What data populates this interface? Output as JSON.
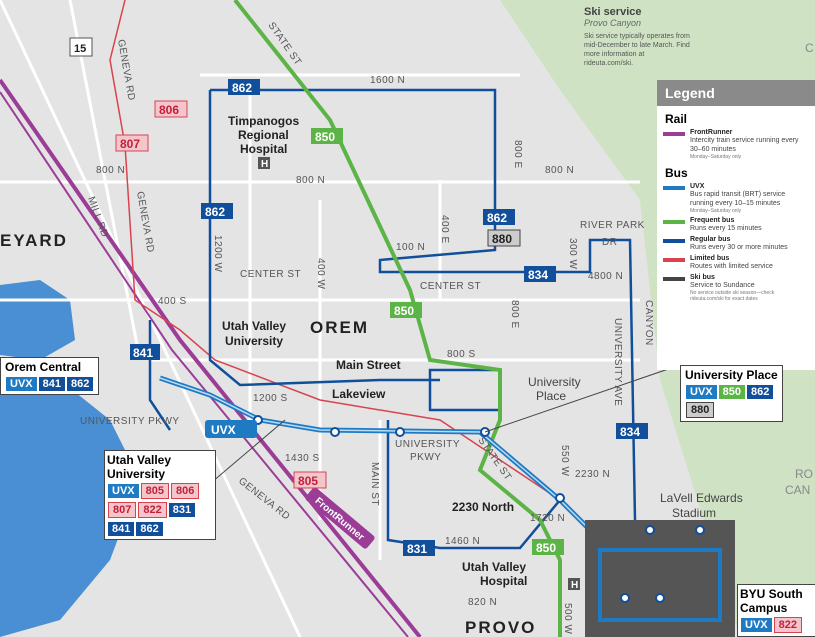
{
  "city_labels": {
    "orem": "OREM",
    "provo": "PROVO",
    "vineyard": "EYARD",
    "row_label": "RO",
    "can_label": "CAN",
    "c_label": "C"
  },
  "streets": {
    "geneva_rd_top": "GENEVA RD",
    "state_st_top": "STATE ST",
    "n1600": "1600 N",
    "n800_w": "800 N",
    "n800_mid": "800 N",
    "n800_e": "800 N",
    "e800": "800 E",
    "w1200": "1200 W",
    "n100": "100 N",
    "e400": "400 E",
    "w400": "400 W",
    "center_w": "CENTER ST",
    "center_e": "CENTER ST",
    "river_park": "RIVER PARK",
    "dr": "DR",
    "e300": "300 W",
    "n4800": "4800 N",
    "e800b": "800 E",
    "s400": "400 S",
    "s800": "800 S",
    "s1200": "1200 S",
    "mill_rd": "MILL RD",
    "geneva_mid": "GENEVA RD",
    "canyon": "CANYON",
    "university_ave": "UNIVERSITY AVE",
    "univ_pkwy_w": "UNIVERSITY PKWY",
    "univ_pkwy_mid1": "UNIVERSITY",
    "univ_pkwy_mid2": "PKWY",
    "s1430": "1430 S",
    "state_st_lower": "STATE ST",
    "main_st": "MAIN ST",
    "e550": "550 W",
    "n2230": "2230 N",
    "n1720": "1720 N",
    "n1460": "1460 N",
    "n820": "820 N",
    "w500": "500 W",
    "geneva_low": "GENEVA RD",
    "frontrunner_track": "FrontRunner"
  },
  "highway_shield": "15",
  "route_badges": {
    "r806": "806",
    "r807": "807",
    "r862a": "862",
    "r850a": "850",
    "r862b": "862",
    "r862c": "862",
    "r880": "880",
    "r834a": "834",
    "r850b": "850",
    "r841": "841",
    "r834b": "834",
    "r805": "805",
    "r831": "831",
    "r850c": "850",
    "uvx": "UVX"
  },
  "places": {
    "timp1": "Timpanogos",
    "timp2": "Regional",
    "timp3": "Hospital",
    "uvu1": "Utah Valley",
    "uvu2": "University",
    "main_street": "Main Street",
    "lakeview": "Lakeview",
    "univ_place1": "University",
    "univ_place2": "Place",
    "n2230_station": "2230 North",
    "lavell1": "LaVell Edwards",
    "lavell2": "Stadium",
    "uvh1": "Utah Valley",
    "uvh2": "Hospital",
    "h": "H"
  },
  "ski_service": {
    "title": "Ski service",
    "subtitle": "Provo Canyon",
    "body": "Ski service typically operates from mid-December to late March. Find more information at rideuta.com/ski."
  },
  "legend": {
    "title": "Legend",
    "rail": "Rail",
    "frontrunner_name": "FrontRunner",
    "frontrunner_desc": "Intercity train service running every 30–60 minutes",
    "frontrunner_note": "Monday–Saturday only",
    "bus": "Bus",
    "uvx_name": "UVX",
    "uvx_desc": "Bus rapid transit (BRT) service running every 10–15 minutes",
    "uvx_note": "Monday–Saturday only",
    "freq_name": "Frequent bus",
    "freq_desc": "Runs every 15 minutes",
    "reg_name": "Regular bus",
    "reg_desc": "Runs every 30 or more minutes",
    "lim_name": "Limited bus",
    "lim_desc": "Routes with limited service",
    "ski_name": "Ski bus",
    "ski_desc": "Service to Sundance",
    "ski_note": "No service outside ski season—check rideuta.com/ski for exact dates"
  },
  "stations": {
    "orem_central": {
      "name": "Orem Central",
      "routes": [
        "UVX",
        "841",
        "862"
      ]
    },
    "uvu_station": {
      "name1": "Utah Valley",
      "name2": "University",
      "routes": [
        "UVX",
        "805",
        "806",
        "807",
        "822",
        "831",
        "841",
        "862"
      ]
    },
    "university_place": {
      "name": "University Place",
      "routes": [
        "UVX",
        "850",
        "862",
        "880"
      ]
    },
    "byu_south": {
      "name1": "BYU South",
      "name2": "Campus",
      "routes": [
        "UVX",
        "822"
      ]
    }
  },
  "colors": {
    "frontrunner": "#9b3d97",
    "uvx": "#1f7ac4",
    "frequent": "#5cb446",
    "regular": "#114f9b",
    "limited": "#d9434f",
    "ski": "#444444",
    "water": "#4a8fd4",
    "green_area": "#cfe3c4"
  }
}
